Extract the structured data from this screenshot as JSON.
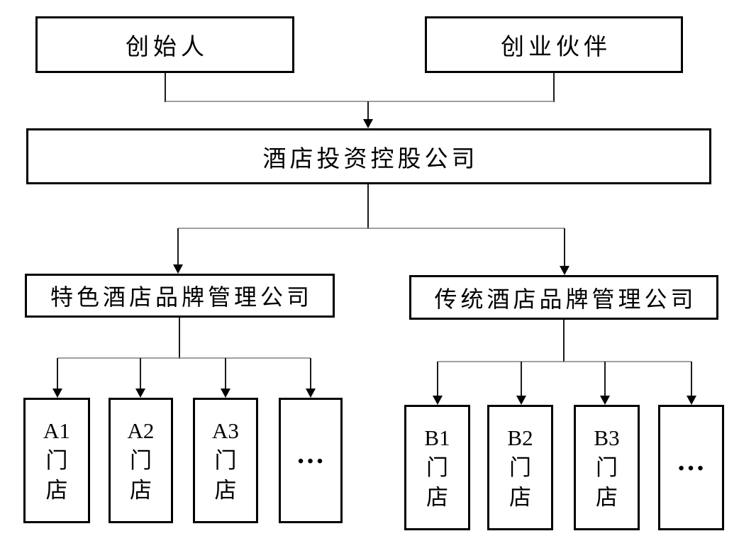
{
  "colors": {
    "background": "#ffffff",
    "box_border": "#000000",
    "text": "#000000",
    "connector_horizontal": "#808080",
    "connector_vertical": "#1a1a1a",
    "arrowhead": "#000000"
  },
  "diagram": {
    "type": "org-chart",
    "top": [
      {
        "id": "founder",
        "label": "创始人"
      },
      {
        "id": "partner",
        "label": "创业伙伴"
      }
    ],
    "holding": {
      "label": "酒店投资控股公司"
    },
    "brand_a": {
      "label": "特色酒店品牌管理公司",
      "stores": [
        {
          "lines": [
            "A1",
            "门",
            "店"
          ]
        },
        {
          "lines": [
            "A2",
            "门",
            "店"
          ]
        },
        {
          "lines": [
            "A3",
            "门",
            "店"
          ]
        },
        {
          "ellipsis": "…"
        }
      ]
    },
    "brand_b": {
      "label": "传统酒店品牌管理公司",
      "stores": [
        {
          "lines": [
            "B1",
            "门",
            "店"
          ]
        },
        {
          "lines": [
            "B2",
            "门",
            "店"
          ]
        },
        {
          "lines": [
            "B3",
            "门",
            "店"
          ]
        },
        {
          "ellipsis": "…"
        }
      ]
    }
  }
}
